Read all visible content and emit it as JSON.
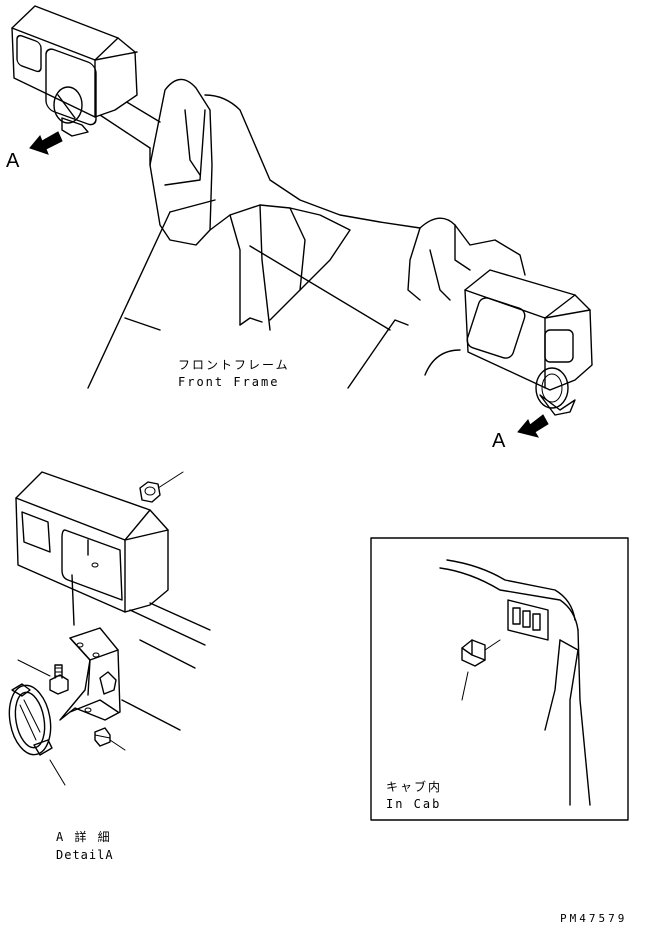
{
  "labels": {
    "arrow_left": "A",
    "arrow_right": "A",
    "front_frame_jp": "フロントフレーム",
    "front_frame_en": "Front Frame",
    "detail_jp": "A 詳 細",
    "detail_en": "DetailA",
    "in_cab_jp": "キャブ内",
    "in_cab_en": "In Cab",
    "part_number": "PM47579"
  }
}
